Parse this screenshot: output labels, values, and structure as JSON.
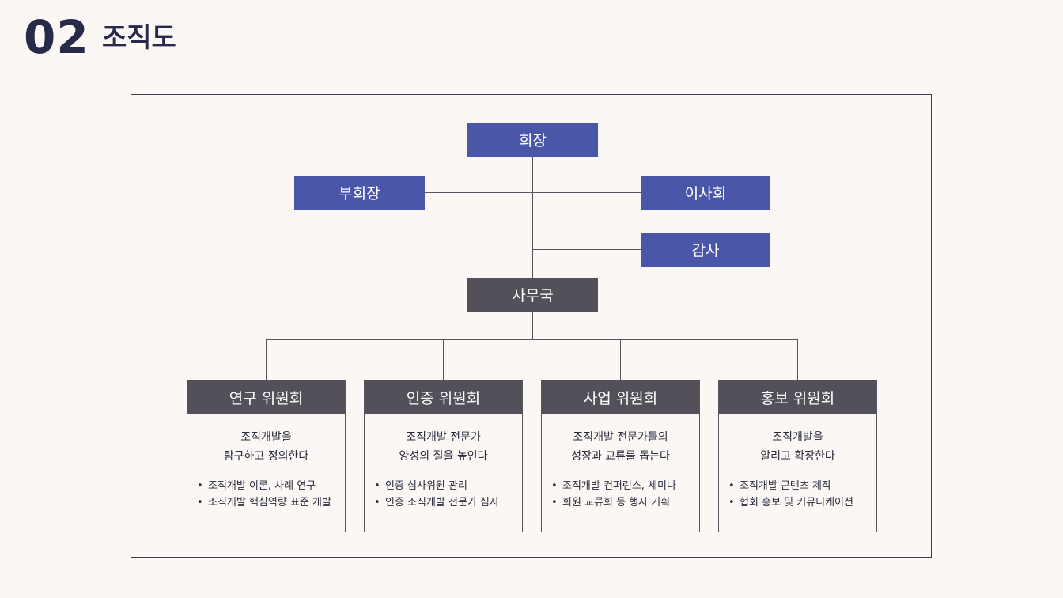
{
  "header": {
    "page_number": "02",
    "title": "조직도"
  },
  "org": {
    "president": "회장",
    "vice_president": "부회장",
    "board": "이사회",
    "auditor": "감사",
    "secretariat": "사무국",
    "committees": [
      {
        "name": "연구 위원회",
        "desc_line1": "조직개발을",
        "desc_line2": "탐구하고 정의한다",
        "items": [
          "조직개발 이론, 사례 연구",
          "조직개발 핵심역량 표준 개발"
        ]
      },
      {
        "name": "인증 위원회",
        "desc_line1": "조직개발 전문가",
        "desc_line2": "양성의 질을 높인다",
        "items": [
          "인증 심사위원 관리",
          "인증 조직개발 전문가 심사"
        ]
      },
      {
        "name": "사업 위원회",
        "desc_line1": "조직개발 전문가들의",
        "desc_line2": "성장과 교류를 돕는다",
        "items": [
          "조직개발 컨퍼런스, 세미나",
          "회원 교류회 등 행사 기획"
        ]
      },
      {
        "name": "홍보 위원회",
        "desc_line1": "조직개발을",
        "desc_line2": "알리고 확장한다",
        "items": [
          "조직개발 콘텐츠 제작",
          "협회 홍보 및 커뮤니케이션"
        ]
      }
    ],
    "bullet_char": "•",
    "colors": {
      "executive": "#4a57a8",
      "office": "#53505a",
      "background": "#fbf7f4"
    }
  }
}
